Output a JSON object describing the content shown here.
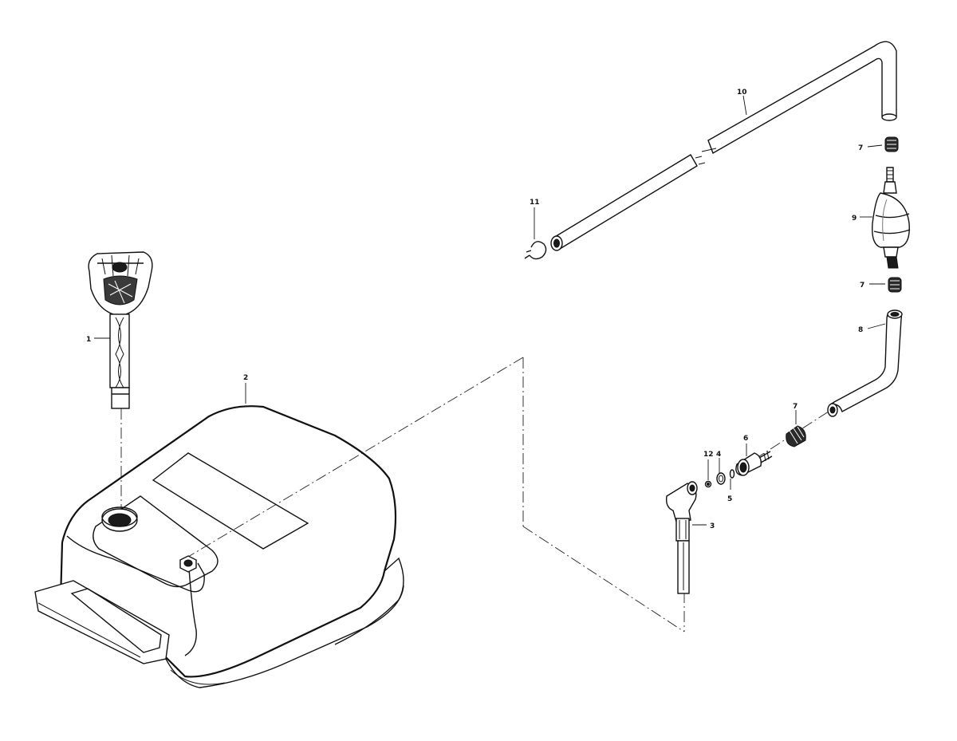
{
  "callouts": [
    {
      "id": "1",
      "text": "1"
    },
    {
      "id": "2",
      "text": "2"
    },
    {
      "id": "3",
      "text": "3"
    },
    {
      "id": "4",
      "text": "4"
    },
    {
      "id": "5",
      "text": "5"
    },
    {
      "id": "6",
      "text": "6"
    },
    {
      "id": "7a",
      "text": "7"
    },
    {
      "id": "7b",
      "text": "7"
    },
    {
      "id": "7c",
      "text": "7"
    },
    {
      "id": "8",
      "text": "8"
    },
    {
      "id": "9",
      "text": "9"
    },
    {
      "id": "10",
      "text": "10"
    },
    {
      "id": "11",
      "text": "11"
    },
    {
      "id": "12",
      "text": "12"
    }
  ],
  "colors": {
    "line": "#111111",
    "background": "#ffffff"
  }
}
